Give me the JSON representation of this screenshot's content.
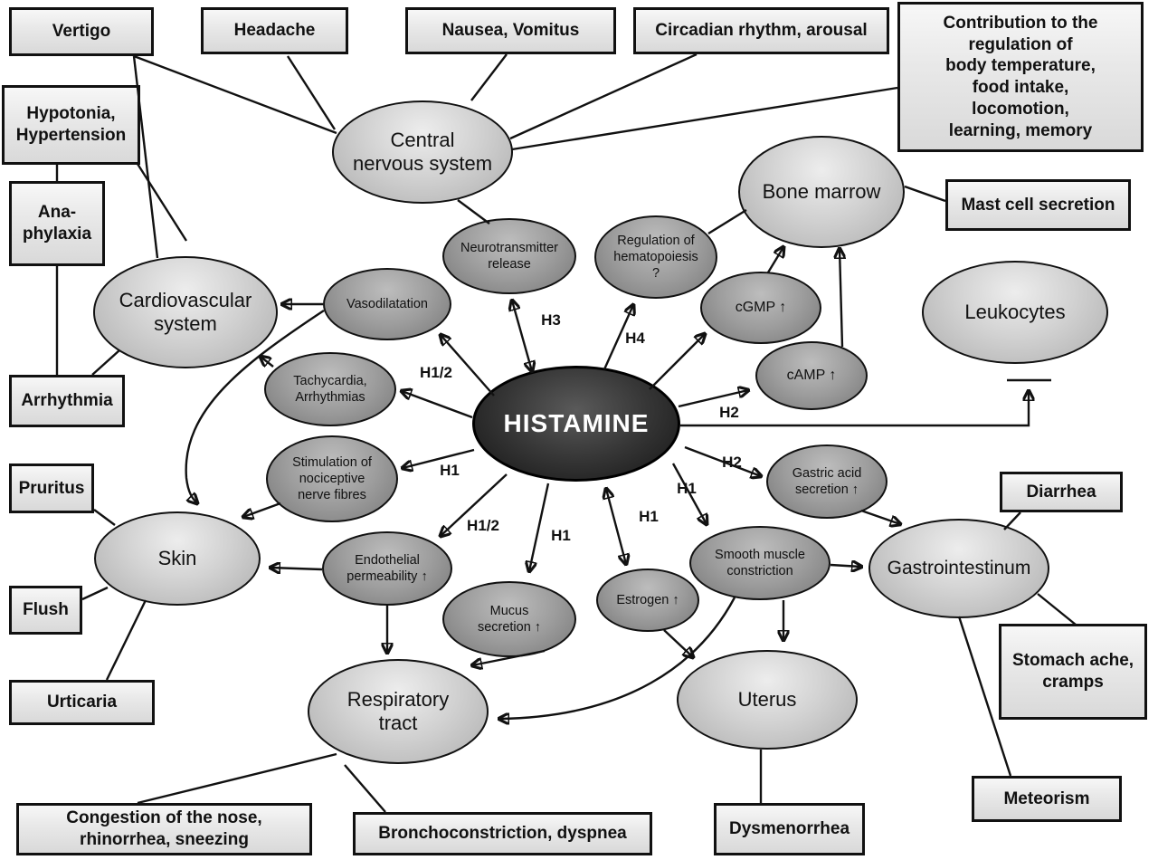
{
  "center": {
    "label": "HISTAMINE"
  },
  "nodes": {
    "organs": {
      "cns": {
        "label": "Central\nnervous system"
      },
      "cardiovascular": {
        "label": "Cardiovascular\nsystem"
      },
      "bone_marrow": {
        "label": "Bone marrow"
      },
      "leukocytes": {
        "label": "Leukocytes"
      },
      "skin": {
        "label": "Skin"
      },
      "gastrointestinum": {
        "label": "Gastrointestinum"
      },
      "respiratory": {
        "label": "Respiratory\ntract"
      },
      "uterus": {
        "label": "Uterus"
      }
    },
    "effects": {
      "neurotransmitter": {
        "label": "Neurotransmitter\nrelease"
      },
      "hematopoiesis": {
        "label": "Regulation of\nhematopoiesis\n?"
      },
      "cgmp": {
        "label": "cGMP ↑"
      },
      "camp": {
        "label": "cAMP ↑"
      },
      "vasodilatation": {
        "label": "Vasodilatation"
      },
      "tachycardia": {
        "label": "Tachycardia,\nArrhythmias"
      },
      "nociceptive": {
        "label": "Stimulation of\nnociceptive\nnerve fibres"
      },
      "endothelial": {
        "label": "Endothelial\npermeability ↑"
      },
      "mucus": {
        "label": "Mucus\nsecretion ↑"
      },
      "estrogen": {
        "label": "Estrogen ↑"
      },
      "gastric_acid": {
        "label": "Gastric acid\nsecretion ↑"
      },
      "smooth_muscle": {
        "label": "Smooth muscle\nconstriction"
      }
    },
    "outcomes": {
      "vertigo": {
        "label": "Vertigo"
      },
      "headache": {
        "label": "Headache"
      },
      "nausea": {
        "label": "Nausea, Vomitus"
      },
      "circadian": {
        "label": "Circadian rhythm, arousal"
      },
      "contribution": {
        "label": "Contribution to the\nregulation of\nbody temperature,\nfood intake,\nlocomotion,\nlearning, memory"
      },
      "hypotonia": {
        "label": "Hypotonia,\nHypertension"
      },
      "anaphylaxia": {
        "label": "Ana-\nphylaxia"
      },
      "arrhythmia": {
        "label": "Arrhythmia"
      },
      "mast_cell": {
        "label": "Mast cell secretion"
      },
      "pruritus": {
        "label": "Pruritus"
      },
      "flush": {
        "label": "Flush"
      },
      "urticaria": {
        "label": "Urticaria"
      },
      "diarrhea": {
        "label": "Diarrhea"
      },
      "stomach_ache": {
        "label": "Stomach ache,\ncramps"
      },
      "meteorism": {
        "label": "Meteorism"
      },
      "congestion": {
        "label": "Congestion of the nose,\nrhinorrhea, sneezing"
      },
      "bronchoconstriction": {
        "label": "Bronchoconstriction, dyspnea"
      },
      "dysmenorrhea": {
        "label": "Dysmenorrhea"
      }
    }
  },
  "receptors": {
    "h3": "H3",
    "h4": "H4",
    "h2_camp": "H2",
    "h2_gastric": "H2",
    "h12_vasodilatation": "H1/2",
    "h12_endothelial": "H1/2",
    "h1_nociceptive": "H1",
    "h1_mucus": "H1",
    "h1_estrogen": "H1",
    "h1_smooth_muscle": "H1"
  }
}
